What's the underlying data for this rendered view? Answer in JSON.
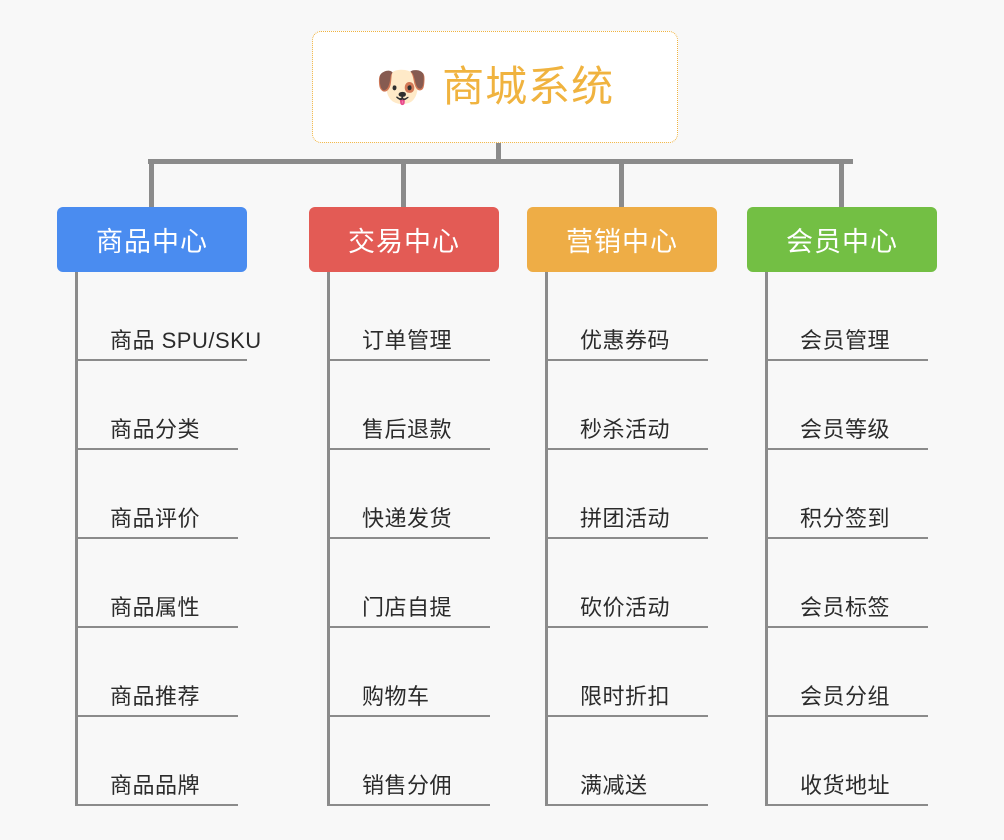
{
  "page": {
    "background_color": "#f8f8f8",
    "connector_color": "#8b8b8b"
  },
  "root": {
    "icon": "🐶",
    "icon_name": "dog-face-icon",
    "title": "商城系统",
    "text_color": "#f0b33f",
    "border_color": "#f0b33f",
    "background_color": "#ffffff"
  },
  "columns": [
    {
      "id": "product-center",
      "label": "商品中心",
      "color": "#4a8cf0",
      "items": [
        {
          "label": "商品 SPU/SKU"
        },
        {
          "label": "商品分类"
        },
        {
          "label": "商品评价"
        },
        {
          "label": "商品属性"
        },
        {
          "label": "商品推荐"
        },
        {
          "label": "商品品牌"
        }
      ]
    },
    {
      "id": "trade-center",
      "label": "交易中心",
      "color": "#e35b55",
      "items": [
        {
          "label": "订单管理"
        },
        {
          "label": "售后退款"
        },
        {
          "label": "快递发货"
        },
        {
          "label": "门店自提"
        },
        {
          "label": "购物车"
        },
        {
          "label": "销售分佣"
        }
      ]
    },
    {
      "id": "marketing-center",
      "label": "营销中心",
      "color": "#eead46",
      "items": [
        {
          "label": "优惠券码"
        },
        {
          "label": "秒杀活动"
        },
        {
          "label": "拼团活动"
        },
        {
          "label": "砍价活动"
        },
        {
          "label": "限时折扣"
        },
        {
          "label": "满减送"
        }
      ]
    },
    {
      "id": "member-center",
      "label": "会员中心",
      "color": "#73bf44",
      "items": [
        {
          "label": "会员管理"
        },
        {
          "label": "会员等级"
        },
        {
          "label": "积分签到"
        },
        {
          "label": "会员标签"
        },
        {
          "label": "会员分组"
        },
        {
          "label": "收货地址"
        }
      ]
    }
  ]
}
